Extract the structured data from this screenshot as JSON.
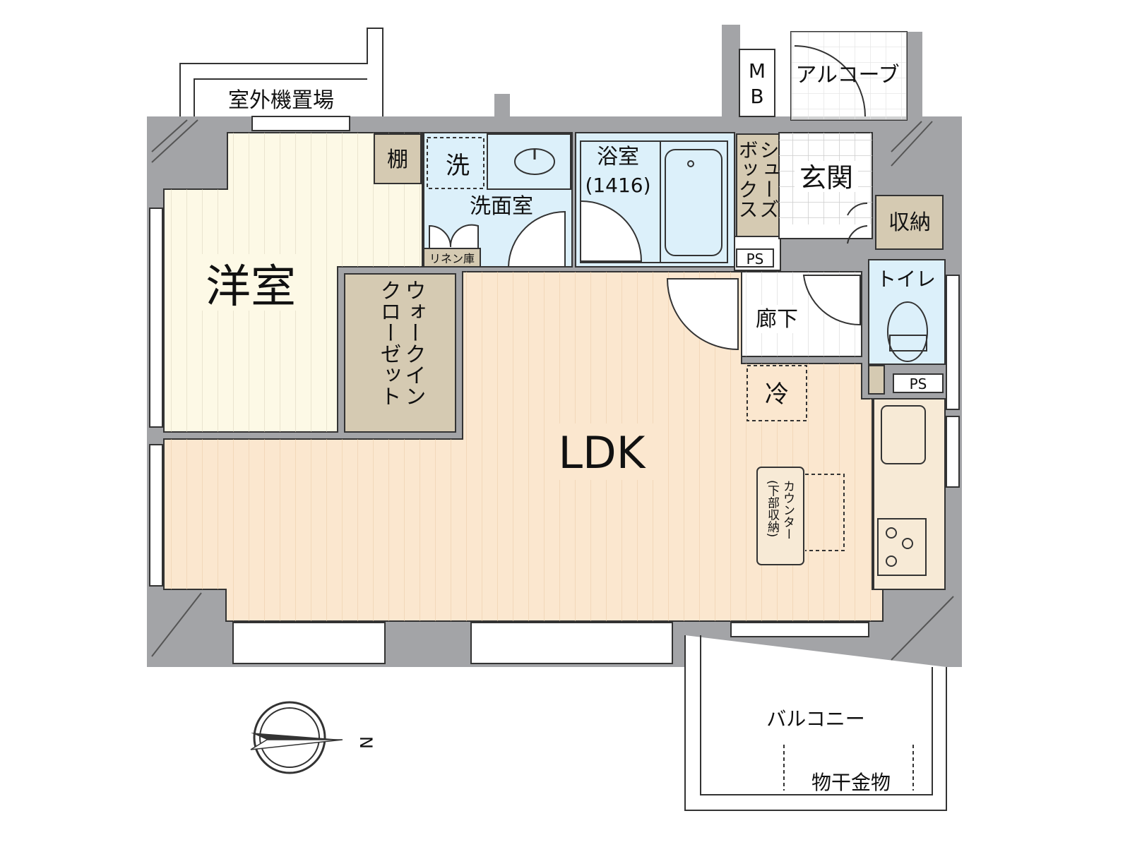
{
  "colors": {
    "wall": "#a3a4a7",
    "western_room": "#fdf9e6",
    "ldk": "#fbe7cf",
    "wet_area": "#dcf0fa",
    "storage": "#d5cab2",
    "kitchen": "#f7ead6"
  },
  "rooms": {
    "western_room": "洋室",
    "walk_in_closet": [
      "ウォークイン",
      "クローゼット"
    ],
    "shelf": "棚",
    "washer": "洗",
    "washroom": "洗面室",
    "linen_storage": "リネン庫",
    "bathroom": "浴室",
    "bathroom_size": "(1416)",
    "shoe_box": [
      "シューズ",
      "ボックス"
    ],
    "entrance": "玄関",
    "storage": "収納",
    "hallway": "廊下",
    "toilet": "トイレ",
    "ps_1": "PS",
    "ps_2": "PS",
    "refrigerator": "冷",
    "ldk": "LDK",
    "counter": [
      "カウンター",
      "(下部収納)"
    ],
    "outdoor_unit_area": "室外機置場",
    "mb": [
      "M",
      "B"
    ],
    "alcove": "アルコーブ",
    "balcony": "バルコニー",
    "clothes_hanger": "物干金物"
  },
  "compass": {
    "north_label": "N"
  }
}
